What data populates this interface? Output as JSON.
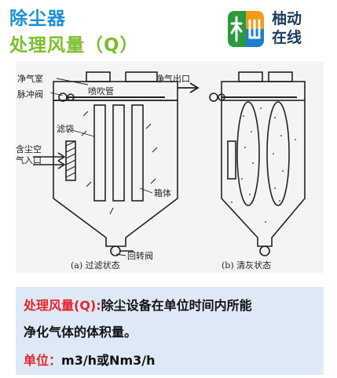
{
  "header": {
    "title": "除尘器",
    "subtitle": "处理风量（Q）",
    "brand_line1": "柚动",
    "brand_line2": "在线"
  },
  "diagram": {
    "labels": {
      "clean_chamber": "净气室",
      "pulse_valve": "脉冲阀",
      "blow_pipe": "喷吹管",
      "clean_outlet": "净气出口",
      "filter_bag": "滤袋",
      "dusty_inlet_line1": "含尘空",
      "dusty_inlet_line2": "气入口",
      "box": "箱体",
      "rotary_valve": "回转阀"
    },
    "captions": {
      "a": "(a)  过滤状态",
      "b": "(b)  清灰状态"
    }
  },
  "info": {
    "term": "处理风量(Q):",
    "definition_1": "除尘设备在单位时间内所能",
    "definition_2": "净化气体的体积量。",
    "unit_label": "单位：",
    "unit_value": "m3/h或Nm3/h"
  },
  "colors": {
    "title_blue": "#1d8fd8",
    "title_green": "#7cbf2a",
    "term_red": "#e8252a",
    "info_bg": "#dde9f7"
  }
}
